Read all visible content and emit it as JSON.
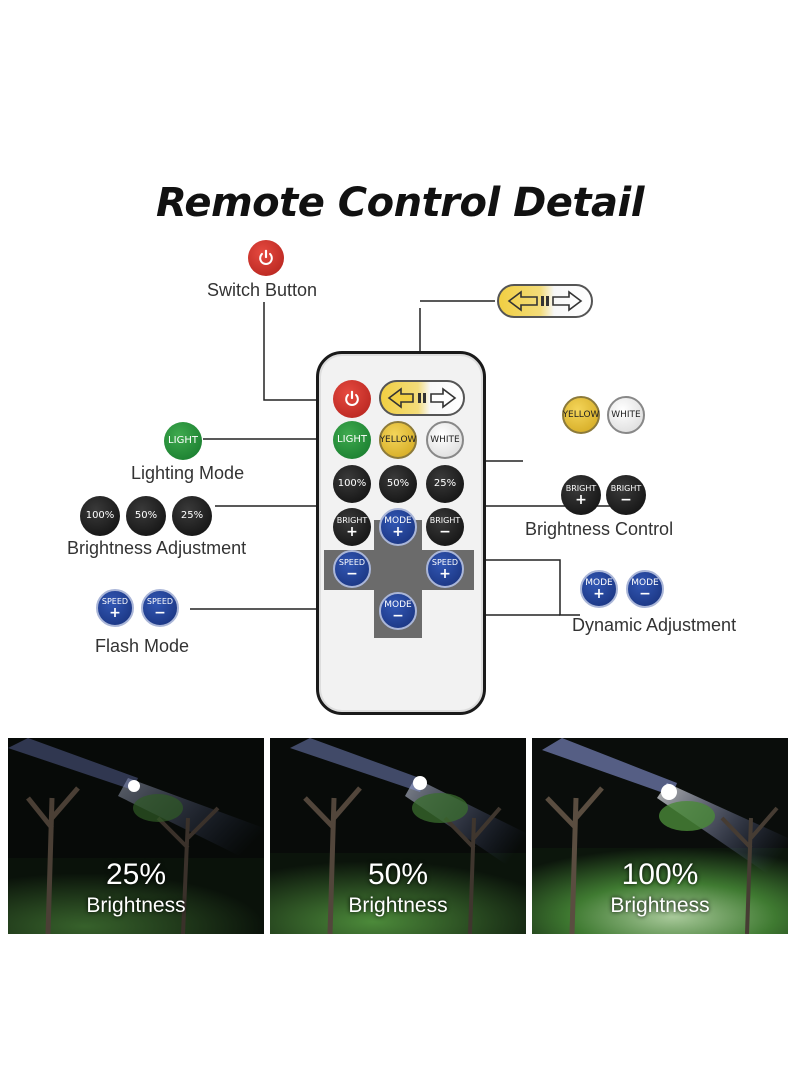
{
  "title": "Remote Control Detail",
  "labels": {
    "switch_button": "Switch Button",
    "lighting_mode": "Lighting Mode",
    "brightness_adjustment": "Brightness Adjustment",
    "brightness_control": "Brightness Control",
    "flash_mode": "Flash Mode",
    "dynamic_adjustment": "Dynamic Adjustment"
  },
  "remote": {
    "light": "LIGHT",
    "yellow": "YELLOW",
    "white": "WHITE",
    "p100": "100%",
    "p50": "50%",
    "p25": "25%",
    "bright": "BRIGHT",
    "mode": "MODE",
    "speed": "SPEED",
    "plus": "+",
    "minus": "−"
  },
  "callouts": {
    "light": "LIGHT",
    "yellow": "YELLOW",
    "white": "WHITE",
    "p100": "100%",
    "p50": "50%",
    "p25": "25%",
    "bright": "BRIGHT",
    "mode": "MODE",
    "speed": "SPEED",
    "plus": "+",
    "minus": "−"
  },
  "photos": [
    {
      "percent": "25%",
      "caption": "Brightness",
      "level": 0.25
    },
    {
      "percent": "50%",
      "caption": "Brightness",
      "level": 0.5
    },
    {
      "percent": "100%",
      "caption": "Brightness",
      "level": 1.0
    }
  ],
  "colors": {
    "power_red": "#c8281f",
    "light_green": "#1f8a35",
    "yellow": "#e8c033",
    "blue": "#1f3d8f",
    "black": "#111111"
  },
  "icons": {
    "power": "power-icon",
    "swap": "left-right-arrow-icon"
  }
}
